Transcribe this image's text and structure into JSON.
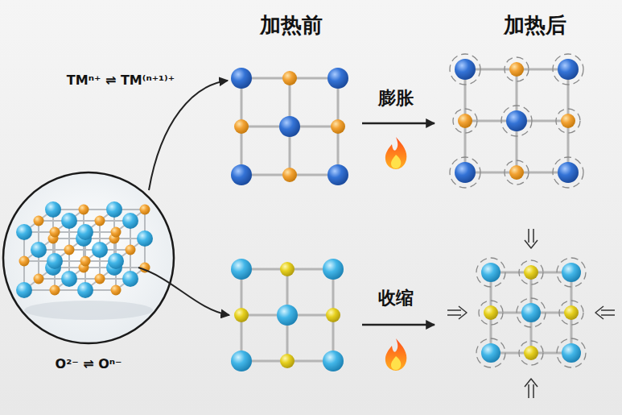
{
  "diagram": {
    "labels": [
      "加热前",
      "加热后",
      "TMⁿ⁺ ⇌ TM⁽ⁿ⁺¹⁾⁺",
      "膨胀",
      "收缩",
      "O²⁻ ⇌ Oⁿ⁻"
    ]
  }
}
